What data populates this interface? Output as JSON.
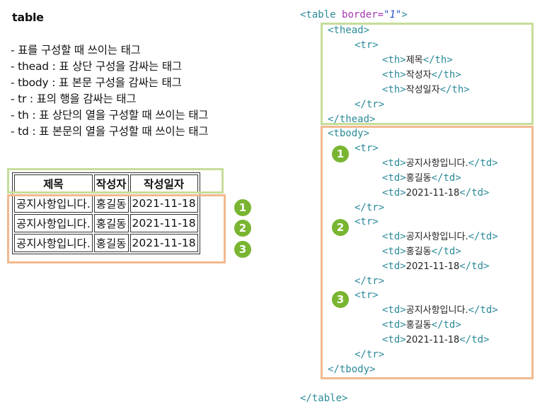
{
  "title": "table",
  "notes": [
    "- 표를 구성할 때 쓰이는 태그",
    "- thead : 표 상단 구성을 감싸는 태그",
    "- tbody : 표 본문 구성을 감싸는 태그",
    "- tr : 표의 행을 감싸는 태그",
    "- th : 표 상단의 열을 구성할 때 쓰이는 태그",
    "- td : 표 본문의 열을 구성할 때 쓰이는 태그"
  ],
  "demo_table": {
    "headers": [
      "제목",
      "작성자",
      "작성일자"
    ],
    "rows": [
      [
        "공지사항입니다.",
        "홍길동",
        "2021-11-18"
      ],
      [
        "공지사항입니다.",
        "홍길동",
        "2021-11-18"
      ],
      [
        "공지사항입니다.",
        "홍길동",
        "2021-11-18"
      ]
    ]
  },
  "badges": [
    "1",
    "2",
    "3"
  ],
  "code": {
    "table_open_tag": "<table ",
    "table_attr": "border=",
    "table_attr_value": "\"1\"",
    "table_open_close": ">",
    "thead_open": "<thead>",
    "tr_open": "<tr>",
    "th_open": "<th>",
    "th_close": "</th>",
    "th_values": [
      "제목",
      "작성자",
      "작성일자"
    ],
    "tr_close": "</tr>",
    "thead_close": "</thead>",
    "tbody_open": "<tbody>",
    "td_open": "<td>",
    "td_close": "</td>",
    "td_values": [
      "공지사항입니다.",
      "홍길동",
      "2021-11-18"
    ],
    "tbody_close": "</tbody>",
    "table_close": "</table>"
  },
  "colors": {
    "thead_highlight": "#c6dd9a",
    "tbody_highlight": "#f2b98f",
    "badge": "#79b531",
    "tag": "#2b8a99",
    "attribute": "#a838b4",
    "attribute_value": "#2a54c9"
  }
}
